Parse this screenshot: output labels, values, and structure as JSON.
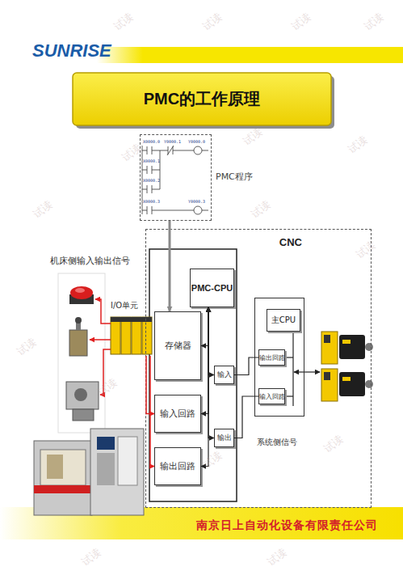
{
  "diagram": {
    "title": "PMC的工作原理",
    "nodes": [
      {
        "text": [
          "PMC程序"
        ]
      },
      {
        "text": [
          "CNC"
        ]
      },
      {
        "text": [
          "PMC-CPU"
        ],
        "in": 1
      },
      {
        "text": [
          "存储器"
        ],
        "in": 1
      },
      {
        "text": [
          "输入回路"
        ],
        "in": 1
      },
      {
        "text": [
          "输出回路"
        ],
        "in": 1
      },
      {
        "text": [
          "输入"
        ],
        "in": 1
      },
      {
        "text": [
          "输出"
        ],
        "in": 1
      },
      {
        "text": [
          "系统侧信号"
        ],
        "in": 1
      },
      {
        "text": [
          "主CPU"
        ],
        "in": 8
      },
      {
        "text": [
          "输出回路"
        ],
        "in": 8
      },
      {
        "text": [
          "输入回路"
        ],
        "in": 8
      },
      {
        "text": [
          "I/O单元"
        ]
      }
    ],
    "edges": [
      {
        "from": 0,
        "to": 3,
        "arrow": "to"
      },
      {
        "from": 3,
        "to": 2,
        "arrow": "both"
      },
      {
        "from": 4,
        "to": 2,
        "arrow": "both"
      },
      {
        "from": 5,
        "to": 2,
        "arrow": "both"
      },
      {
        "from": 6,
        "to": 2,
        "arrow": "both"
      },
      {
        "from": 7,
        "to": 2,
        "arrow": "both"
      },
      {
        "from": 6,
        "to": 10,
        "arrow": "none"
      },
      {
        "from": 7,
        "to": 11,
        "arrow": "none"
      },
      {
        "from": 12,
        "to": 4,
        "arrow": "to"
      },
      {
        "from": 12,
        "to": 5,
        "arrow": "to"
      }
    ],
    "labels": [
      "SUNRISE",
      "X0000.0",
      "Y0000.1",
      "Y0000.0",
      "X0000.1",
      "X0000.2",
      "X0000.3",
      "Y0000.3",
      "机床侧输入输出信号",
      "南京日上自动化设备有限责任公司",
      "试读",
      "试读",
      "试读",
      "试读",
      "试读",
      "试读",
      "试读",
      "试读",
      "试读",
      "试读",
      "试读",
      "试读",
      "试读",
      "试读",
      "试读",
      "试读"
    ]
  }
}
